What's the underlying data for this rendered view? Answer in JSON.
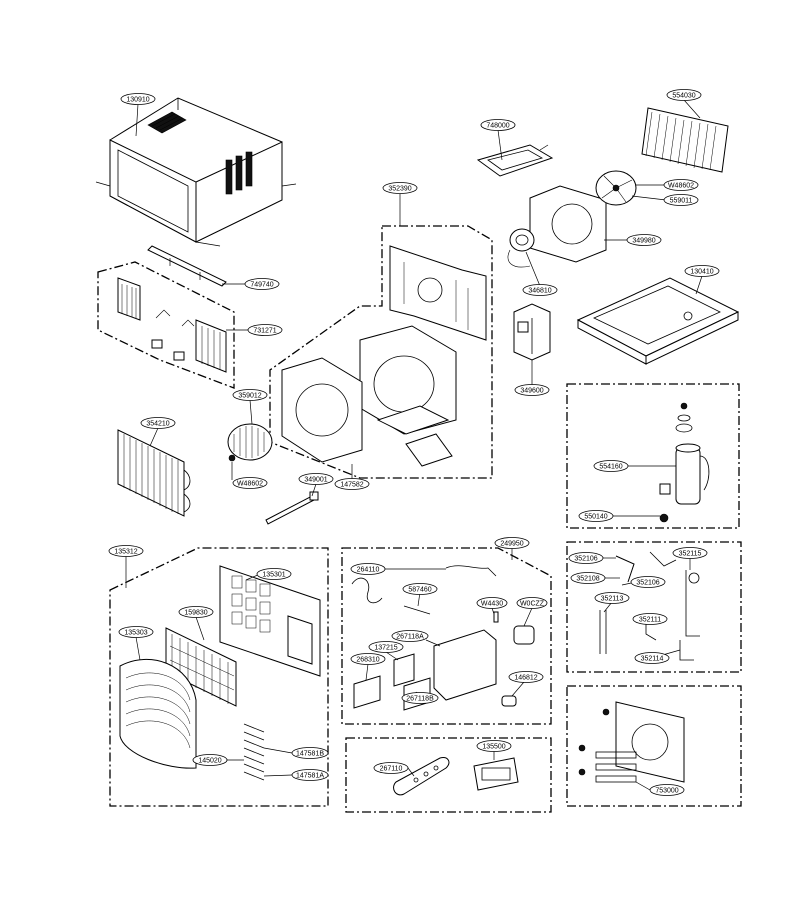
{
  "diagram": {
    "callouts": {
      "c130910": "130910",
      "c554030": "554030",
      "c748000": "748000",
      "cW48602a": "W48602",
      "c559011": "559011",
      "c352390": "352390",
      "c749740": "749740",
      "c349980": "349980",
      "c346810": "346810",
      "c130410": "130410",
      "c731271": "731271",
      "c349600": "349600",
      "c359012": "359012",
      "c354210": "354210",
      "c554160": "554160",
      "c349001": "349001",
      "cW48602b": "W48602",
      "c147582": "147582",
      "c550140": "550140",
      "c135312": "135312",
      "c249950": "249950",
      "c352106": "352106",
      "c352115": "352115",
      "c135301": "135301",
      "c264110": "264110",
      "c352108": "352108",
      "c352106a": "352106",
      "c587460": "587460",
      "cW4430": "W4430",
      "cW0CZZ": "W0CZZ",
      "c159830": "159830",
      "c352113": "352113",
      "c135303": "135303",
      "c137215": "137215",
      "c267118a": "267118A",
      "c352111": "352111",
      "c352114": "352114",
      "c268310": "268310",
      "c146812": "146812",
      "c267118b": "267118B",
      "c147581b": "147581B",
      "c145020": "145020",
      "c147581a": "147581A",
      "c267110": "267110",
      "c135500": "135500",
      "c753000": "753000"
    }
  }
}
